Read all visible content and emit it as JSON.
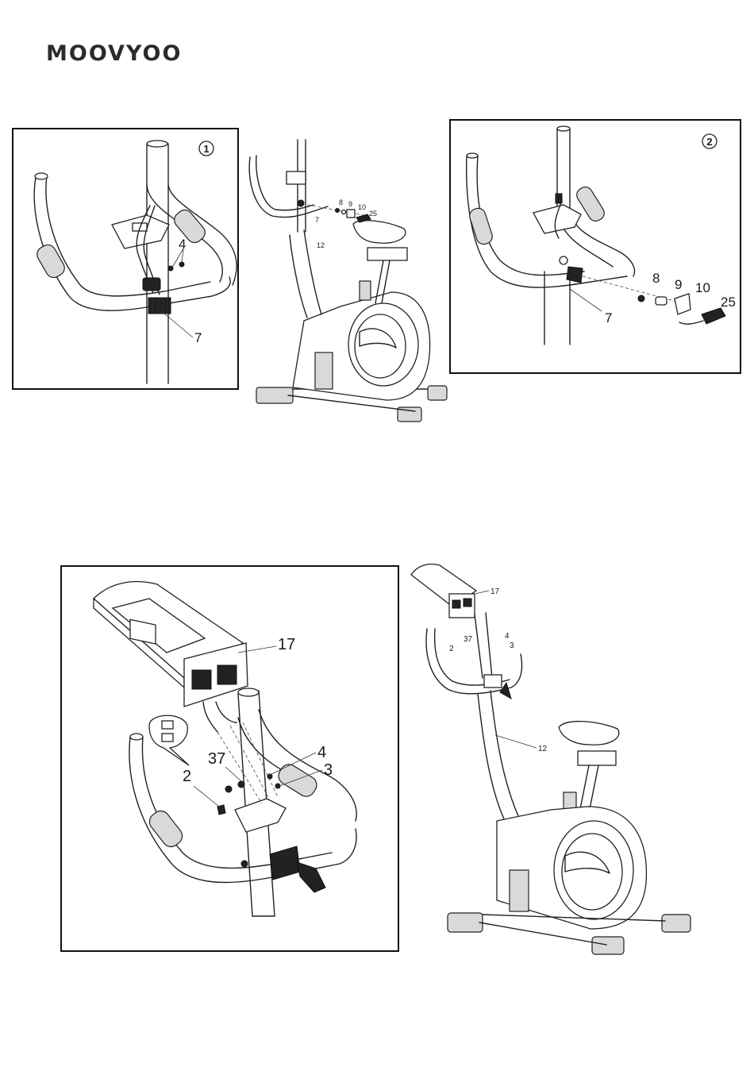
{
  "brand": {
    "logo": "MOOVYOO"
  },
  "step1": {
    "detail1": {
      "badge": "1",
      "callouts": [
        "4",
        "7"
      ]
    },
    "overview": {
      "callouts": [
        "8",
        "9",
        "10",
        "25",
        "7",
        "12"
      ]
    },
    "detail2": {
      "badge": "2",
      "callouts": [
        "8",
        "9",
        "10",
        "25",
        "7"
      ]
    }
  },
  "step2": {
    "detail": {
      "callouts": [
        "17",
        "37",
        "4",
        "3",
        "2"
      ]
    },
    "overview": {
      "callouts": [
        "17",
        "37",
        "4",
        "3",
        "2",
        "12"
      ]
    }
  }
}
